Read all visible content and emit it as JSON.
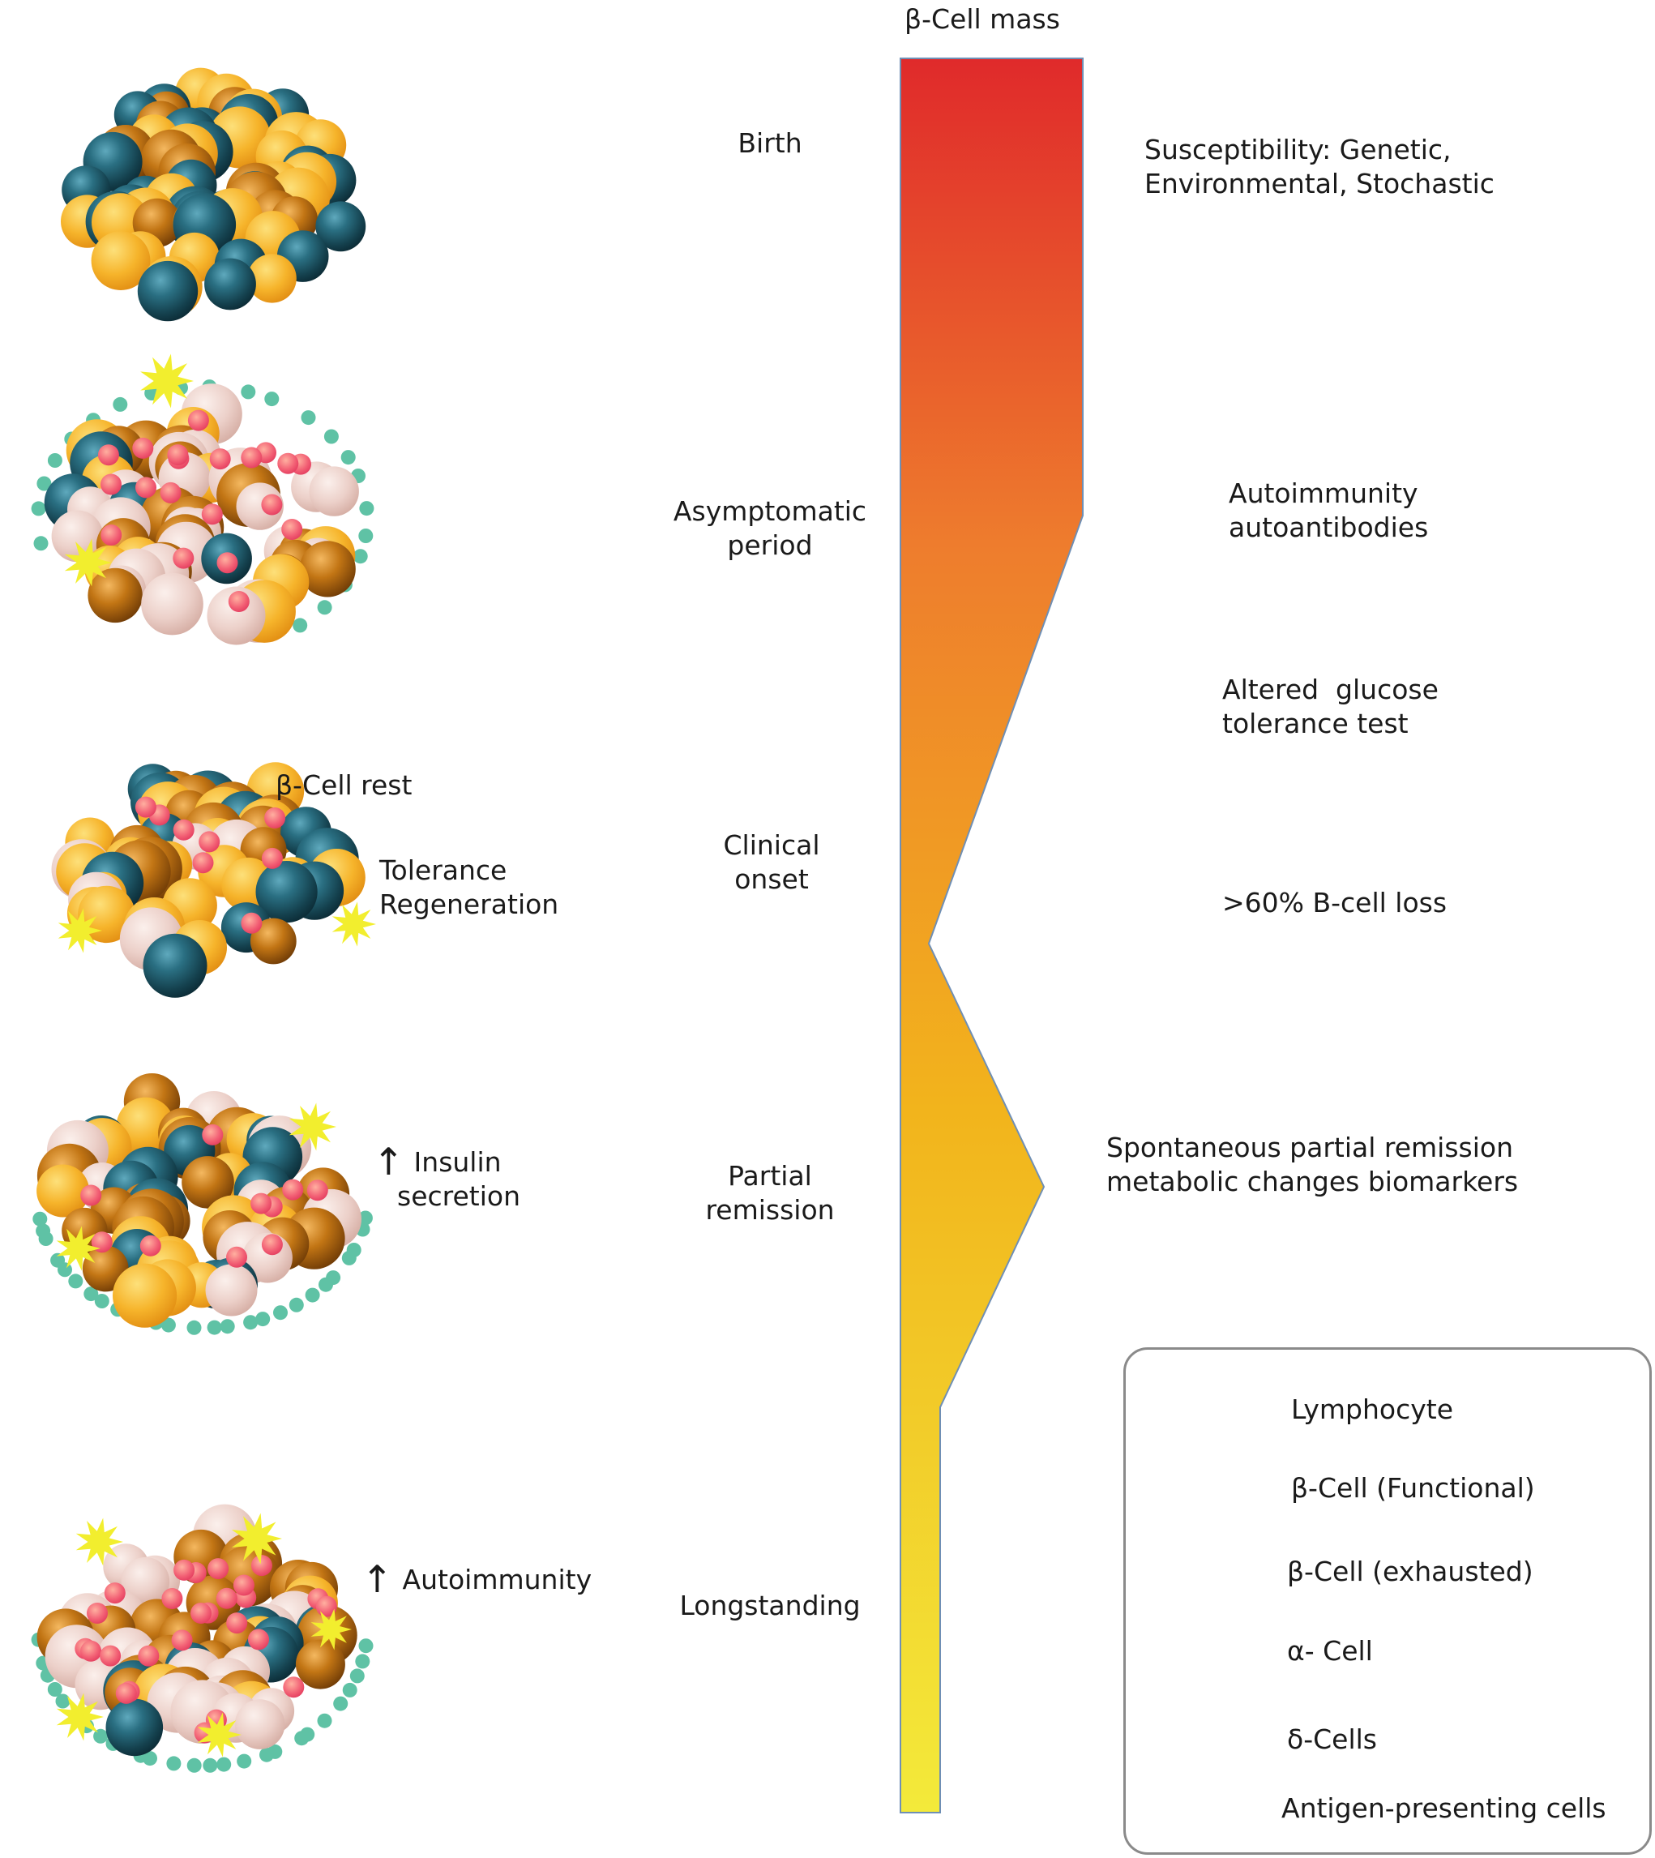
{
  "bar": {
    "title": "β-Cell mass",
    "colors": {
      "top": "#e02a2b",
      "middle": "#ee7d2d",
      "lower": "#f2b41c",
      "bottom": "#f3ea3a"
    }
  },
  "stages": {
    "birth": "Birth",
    "asymptomatic": [
      "Asymptomatic",
      "period"
    ],
    "clinical": [
      "Clinical",
      "onset"
    ],
    "remission": [
      "Partial",
      "remission"
    ],
    "longstanding": "Longstanding"
  },
  "notes": {
    "susceptibility": [
      "Susceptibility: Genetic,",
      "Environmental, Stochastic"
    ],
    "autoimmunity": [
      "Autoimmunity",
      "autoantibodies"
    ],
    "glucose": [
      "Altered  glucose",
      "tolerance test"
    ],
    "loss": ">60% B-cell loss",
    "spontaneous": [
      "Spontaneous partial remission",
      "metabolic changes biomarkers"
    ]
  },
  "islet_labels": {
    "rest": "β-Cell rest",
    "tolerance": [
      "Tolerance",
      "Regeneration"
    ],
    "insulin": [
      "Insulin",
      "secretion"
    ],
    "autoimmunity_up": "Autoimmunity",
    "up_arrow": "↑"
  },
  "legend": {
    "items": [
      {
        "label": "Lymphocyte",
        "icon": "lymphocyte-icon"
      },
      {
        "label": "β-Cell (Functional)",
        "icon": "beta-cell-functional-icon"
      },
      {
        "label": "β-Cell (exhausted)",
        "icon": "beta-cell-exhausted-icon"
      },
      {
        "label": "α- Cell",
        "icon": "alpha-cell-icon"
      },
      {
        "label": "δ-Cells",
        "icon": "delta-cell-icon"
      },
      {
        "label": "Antigen-presenting cells",
        "icon": "antigen-presenting-cell-icon"
      }
    ]
  },
  "cell_colors": {
    "lymphocyte": "#ef4a6e",
    "beta_functional": "#1e5868",
    "beta_exhausted": "#efd2cc",
    "alpha": "#f6b42b",
    "delta": "#b1690f",
    "apc": "#f2ee2e",
    "dots": "#5fc2a5"
  }
}
